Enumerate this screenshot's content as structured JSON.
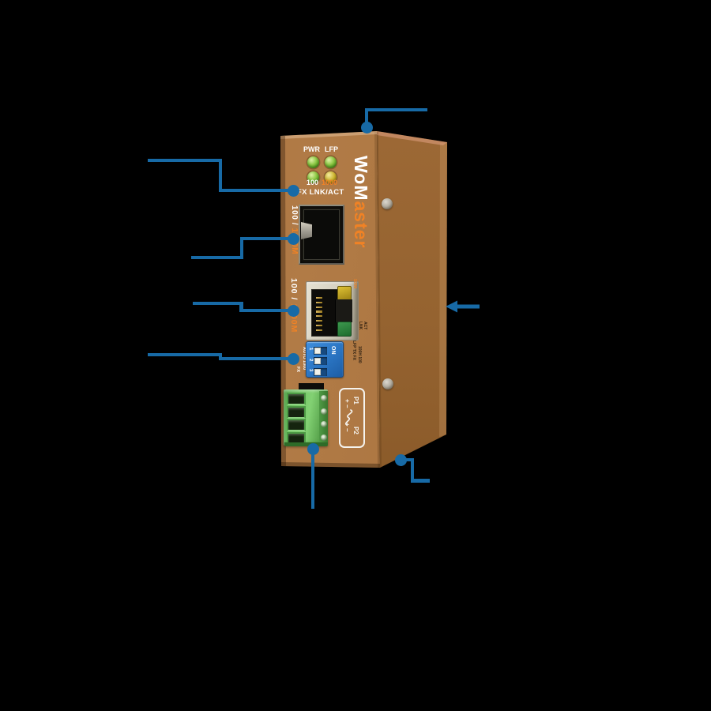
{
  "canvas": {
    "background": "#000000"
  },
  "device": {
    "brand": {
      "text": "WoMaster",
      "white_part": "WoM",
      "orange_part": "aster"
    },
    "status_leds": {
      "row1_labels": [
        "PWR",
        "LFP"
      ],
      "row2_labels": [
        "100",
        "1000"
      ],
      "caption": "FX LNK/ACT"
    },
    "sfp_port": {
      "label_white": "100 / ",
      "label_orange": "1000M"
    },
    "rj45_port": {
      "label_white": "100 / ",
      "label_orange": "1000M",
      "speed_mark": "1000",
      "led_labels": [
        "LNK",
        "ACT"
      ]
    },
    "dip_switch": {
      "left_label_line1": "AUTO 1000",
      "left_label_line2": "FX",
      "on_label": "ON",
      "positions": [
        "1",
        "2",
        "3"
      ],
      "right_label_line1": "LFP  TX  FX",
      "right_label_line2": "100H 100"
    },
    "power_label": {
      "p1": "P1",
      "polarity_top": "+ −",
      "p2": "P2",
      "polarity_bottom": "+ −"
    }
  },
  "colors": {
    "callout_blue": "#176AA6",
    "panel_brown_front": "#AA7440",
    "panel_brown_side": "#956330",
    "accent_orange": "#F08225",
    "led_green": "#8CC844",
    "led_amber": "#CDB52E",
    "terminal_green": "#74C566",
    "dip_blue": "#2A74C2"
  }
}
